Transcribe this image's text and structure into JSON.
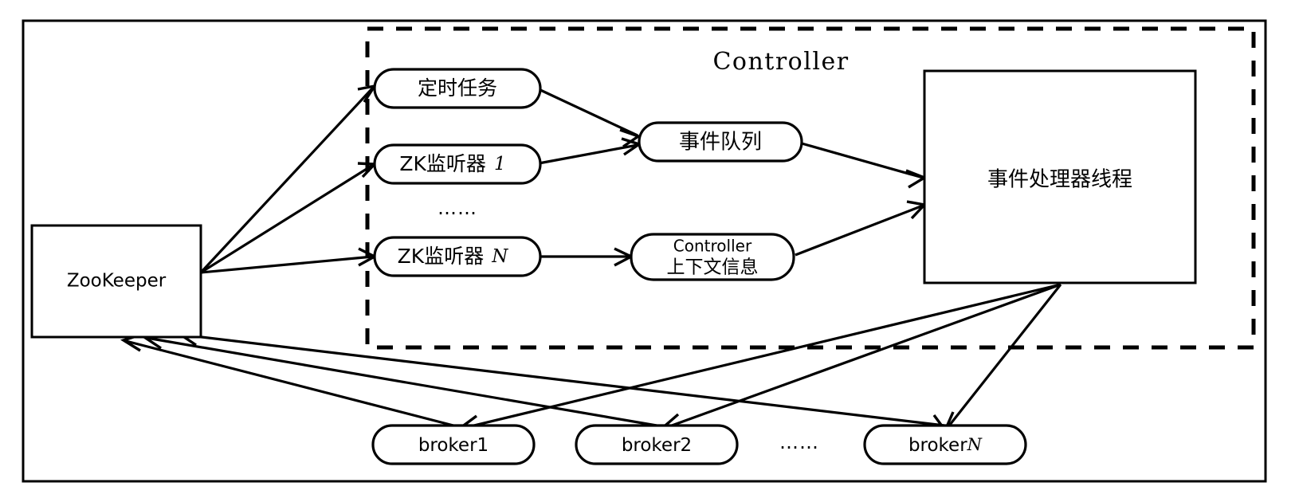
{
  "diagram": {
    "title_label": "Controller",
    "outer_frame_name": "kafka-cluster-frame",
    "colors": {
      "stroke": "#000000",
      "background": "#ffffff"
    }
  },
  "nodes": {
    "zookeeper": {
      "label": "ZooKeeper",
      "shape": "rect"
    },
    "scheduled_task": {
      "label": "定时任务",
      "shape": "pill"
    },
    "zk_listener_1": {
      "label": "ZK监听器",
      "index": "1",
      "shape": "pill"
    },
    "zk_listener_n": {
      "label": "ZK监听器",
      "index": "N",
      "shape": "pill"
    },
    "listener_ellipsis": {
      "label": "……"
    },
    "event_queue": {
      "label": "事件队列",
      "shape": "pill"
    },
    "controller_context": {
      "line1": "Controller",
      "line2": "上下文信息",
      "shape": "pill"
    },
    "event_handler_thread": {
      "label": "事件处理器线程",
      "shape": "rect"
    },
    "broker1": {
      "label": "broker",
      "index": "1",
      "shape": "pill"
    },
    "broker2": {
      "label": "broker",
      "index": "2",
      "shape": "pill"
    },
    "broker_ellipsis": {
      "label": "……"
    },
    "brokerN": {
      "label": "broker",
      "index": "N",
      "shape": "pill"
    }
  },
  "edges": [
    {
      "name": "zookeeper-to-scheduled-task",
      "from": "zookeeper",
      "to": "scheduled_task"
    },
    {
      "name": "zookeeper-to-zk-listener-1",
      "from": "zookeeper",
      "to": "zk_listener_1"
    },
    {
      "name": "zookeeper-to-zk-listener-n",
      "from": "zookeeper",
      "to": "zk_listener_n"
    },
    {
      "name": "scheduled-task-to-event-queue",
      "from": "scheduled_task",
      "to": "event_queue"
    },
    {
      "name": "zk-listener-1-to-event-queue",
      "from": "zk_listener_1",
      "to": "event_queue"
    },
    {
      "name": "zk-listener-n-to-controller-context",
      "from": "zk_listener_n",
      "to": "controller_context"
    },
    {
      "name": "event-queue-to-event-handler",
      "from": "event_queue",
      "to": "event_handler_thread"
    },
    {
      "name": "controller-context-to-event-handler",
      "from": "controller_context",
      "to": "event_handler_thread"
    },
    {
      "name": "event-handler-to-broker1",
      "from": "event_handler_thread",
      "to": "broker1"
    },
    {
      "name": "event-handler-to-broker2",
      "from": "event_handler_thread",
      "to": "broker2"
    },
    {
      "name": "event-handler-to-brokerN",
      "from": "event_handler_thread",
      "to": "brokerN"
    },
    {
      "name": "broker1-to-zookeeper",
      "from": "broker1",
      "to": "zookeeper"
    },
    {
      "name": "broker2-to-zookeeper",
      "from": "broker2",
      "to": "zookeeper"
    },
    {
      "name": "brokerN-to-zookeeper",
      "from": "brokerN",
      "to": "zookeeper"
    }
  ]
}
